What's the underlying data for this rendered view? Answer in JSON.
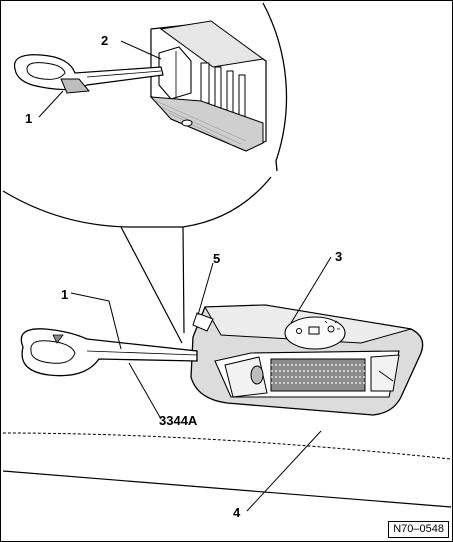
{
  "callouts": {
    "top_tool": "1",
    "top_clip": "2",
    "light": "3",
    "roof": "4",
    "insert_point": "5",
    "tool": "1",
    "tool_number": "3344A"
  },
  "figure_ref": "N70–0548",
  "colors": {
    "line": "#000000",
    "shade": "#bdbdbd",
    "light_gray": "#d9d9d9",
    "background": "#ffffff"
  }
}
